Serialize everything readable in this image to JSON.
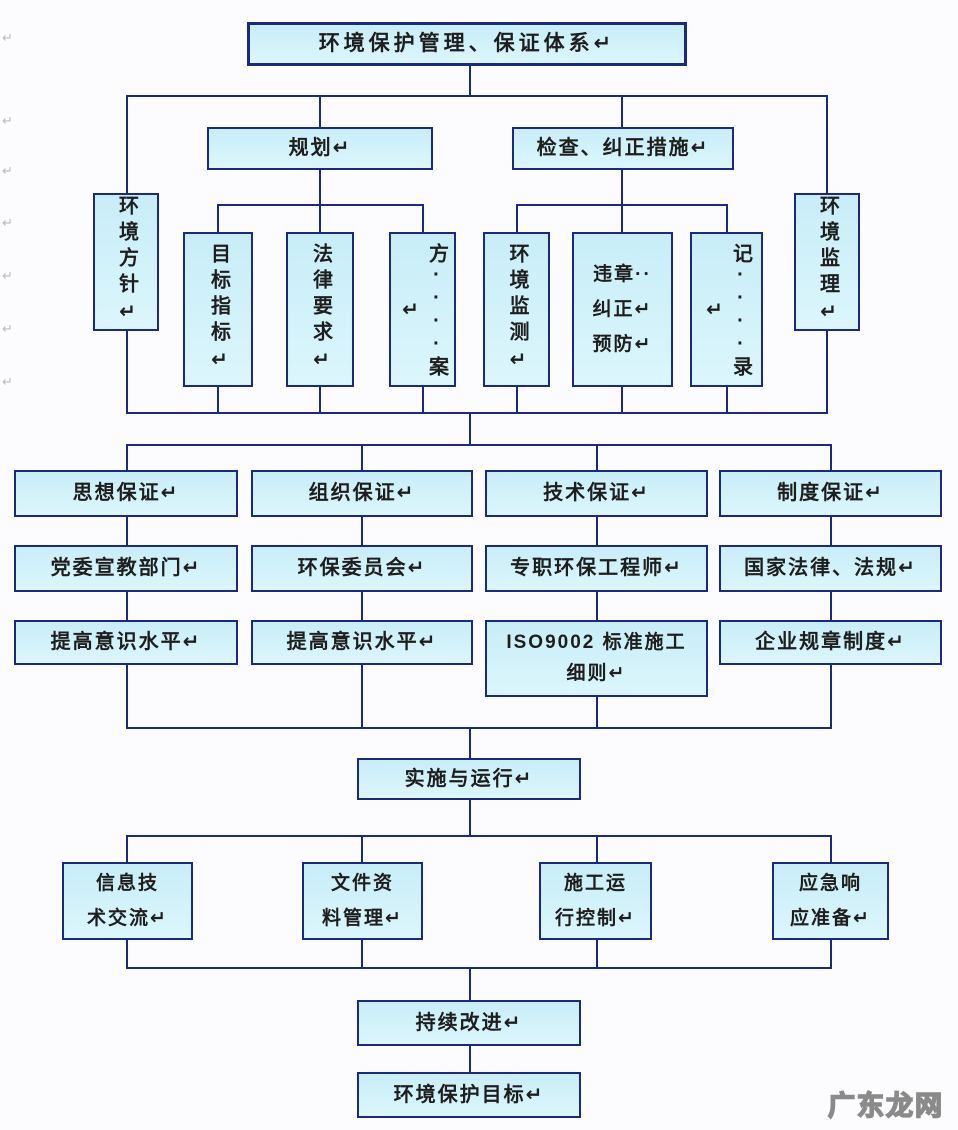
{
  "diagram_title": "环境保护管理、保证体系",
  "colors": {
    "box_border": "#1b2a80",
    "box_fill": "#cdeff8",
    "connector": "#1b2a80",
    "text": "#1e1e1e",
    "watermark": "#8a8a8a"
  },
  "nodes": {
    "root": {
      "label": "环境保护管理、保证体系↵"
    },
    "planning": {
      "label": "规划↵"
    },
    "check": {
      "label": "检查、纠正措施↵"
    },
    "env_policy": {
      "label": "环境方针↵"
    },
    "env_supervision": {
      "label": "环境监理↵"
    },
    "targets": {
      "label": "目标指标↵"
    },
    "legal": {
      "label": "法律要求↵"
    },
    "scheme": {
      "label": "方····案↵"
    },
    "monitoring": {
      "label": "环境监测↵"
    },
    "violation": {
      "lines": [
        "违章··",
        "纠正↵",
        "预防↵"
      ]
    },
    "records": {
      "label": "记····录↵"
    },
    "ideological": {
      "label": "思想保证↵"
    },
    "organizational": {
      "label": "组织保证↵"
    },
    "technical": {
      "label": "技术保证↵"
    },
    "institutional": {
      "label": "制度保证↵"
    },
    "party_dept": {
      "label": "党委宣教部门↵"
    },
    "committee": {
      "label": "环保委员会↵"
    },
    "engineer": {
      "label": "专职环保工程师↵"
    },
    "laws": {
      "label": "国家法律、法规↵"
    },
    "awareness1": {
      "label": "提高意识水平↵"
    },
    "awareness2": {
      "label": "提高意识水平↵"
    },
    "iso": {
      "lines": [
        "ISO9002 标准施工",
        "细则↵"
      ]
    },
    "enterprise": {
      "label": "企业规章制度↵"
    },
    "implementation": {
      "label": "实施与运行↵"
    },
    "info_tech": {
      "lines": [
        "信息技",
        "术交流↵"
      ]
    },
    "documents": {
      "lines": [
        "文件资",
        "料管理↵"
      ]
    },
    "construction": {
      "lines": [
        "施工运",
        "行控制↵"
      ]
    },
    "emergency": {
      "lines": [
        "应急响",
        "应准备↵"
      ]
    },
    "improvement": {
      "label": "持续改进↵"
    },
    "goal": {
      "label": "环境保护目标↵"
    }
  },
  "margin_mark_glyph": "↵",
  "watermark_text": "广东龙网"
}
